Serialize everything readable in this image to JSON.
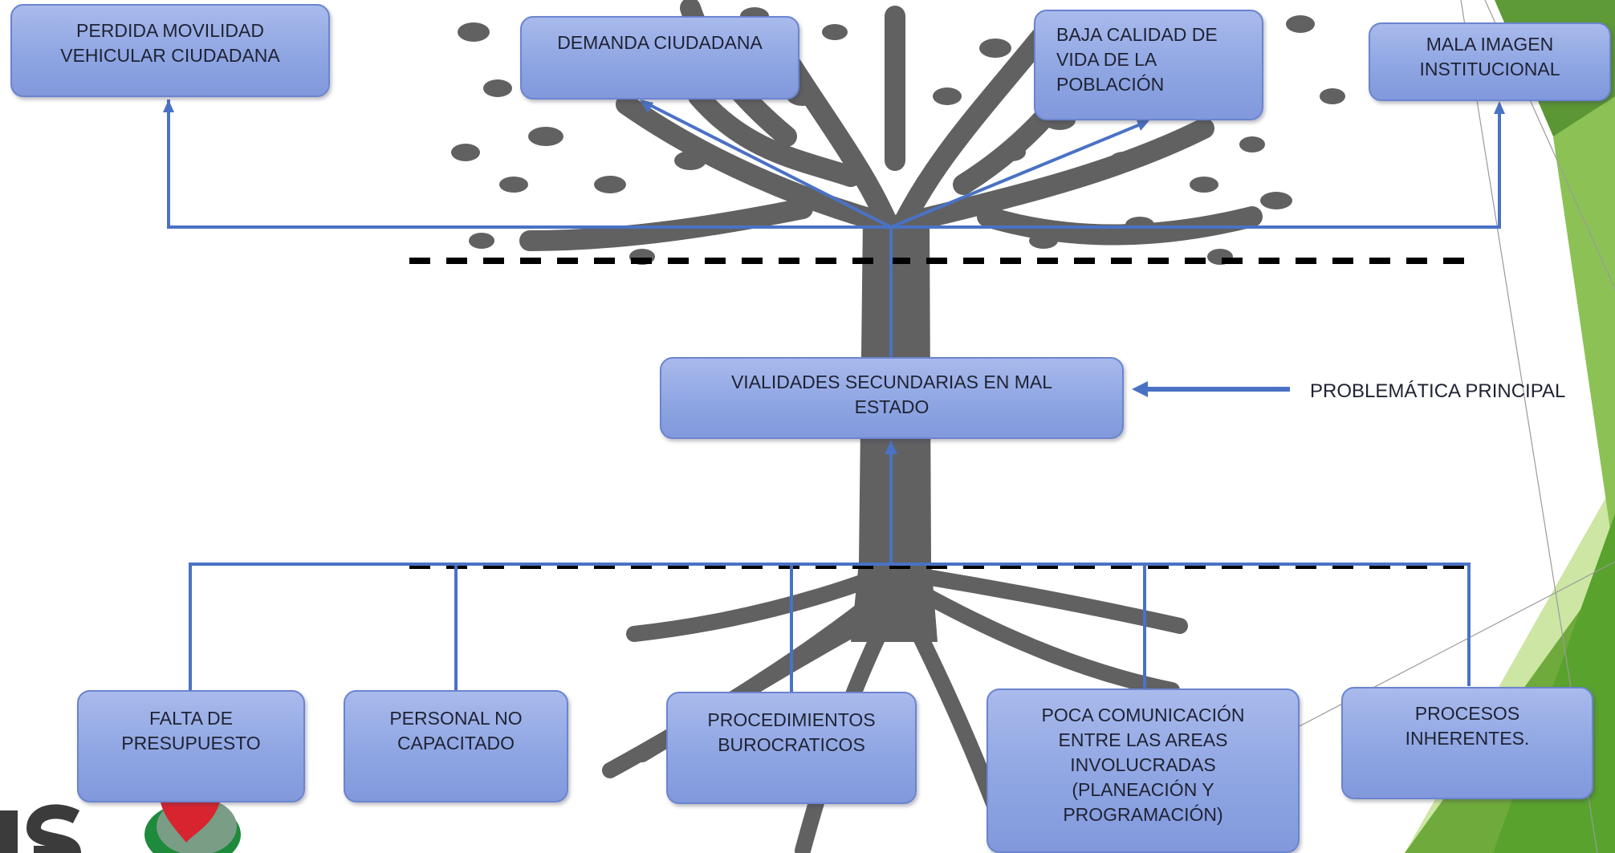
{
  "effects": {
    "perdida_movilidad": "PERDIDA MOVILIDAD\nVEHICULAR CIUDADANA",
    "demanda_ciudadana": "DEMANDA CIUDADANA",
    "baja_calidad": "BAJA CALIDAD DE\nVIDA DE LA\nPOBLACIÓN",
    "mala_imagen": "MALA IMAGEN\nINSTITUCIONAL"
  },
  "main_problem": {
    "text": "VIALIDADES SECUNDARIAS EN MAL\nESTADO",
    "label": "PROBLEMÁTICA PRINCIPAL"
  },
  "causes": {
    "falta_presupuesto": "FALTA DE\nPRESUPUESTO",
    "personal": "PERSONAL NO\nCAPACITADO",
    "procedimientos": "PROCEDIMIENTOS\nBUROCRATICOS",
    "poca_comunicacion": "POCA COMUNICACIÓN\nENTRE LAS AREAS\nINVOLUCRADAS\n(PLANEACIÓN Y\nPROGRAMACIÓN)",
    "procesos": "PROCESOS\nINHERENTES."
  },
  "colors": {
    "box_fill": "#8fa6e3",
    "box_border": "#6b84cf",
    "connector": "#4a72c4",
    "tree": "#5f5f5f",
    "theme_green": "#6fae35",
    "theme_light_green": "#c8e39a"
  }
}
